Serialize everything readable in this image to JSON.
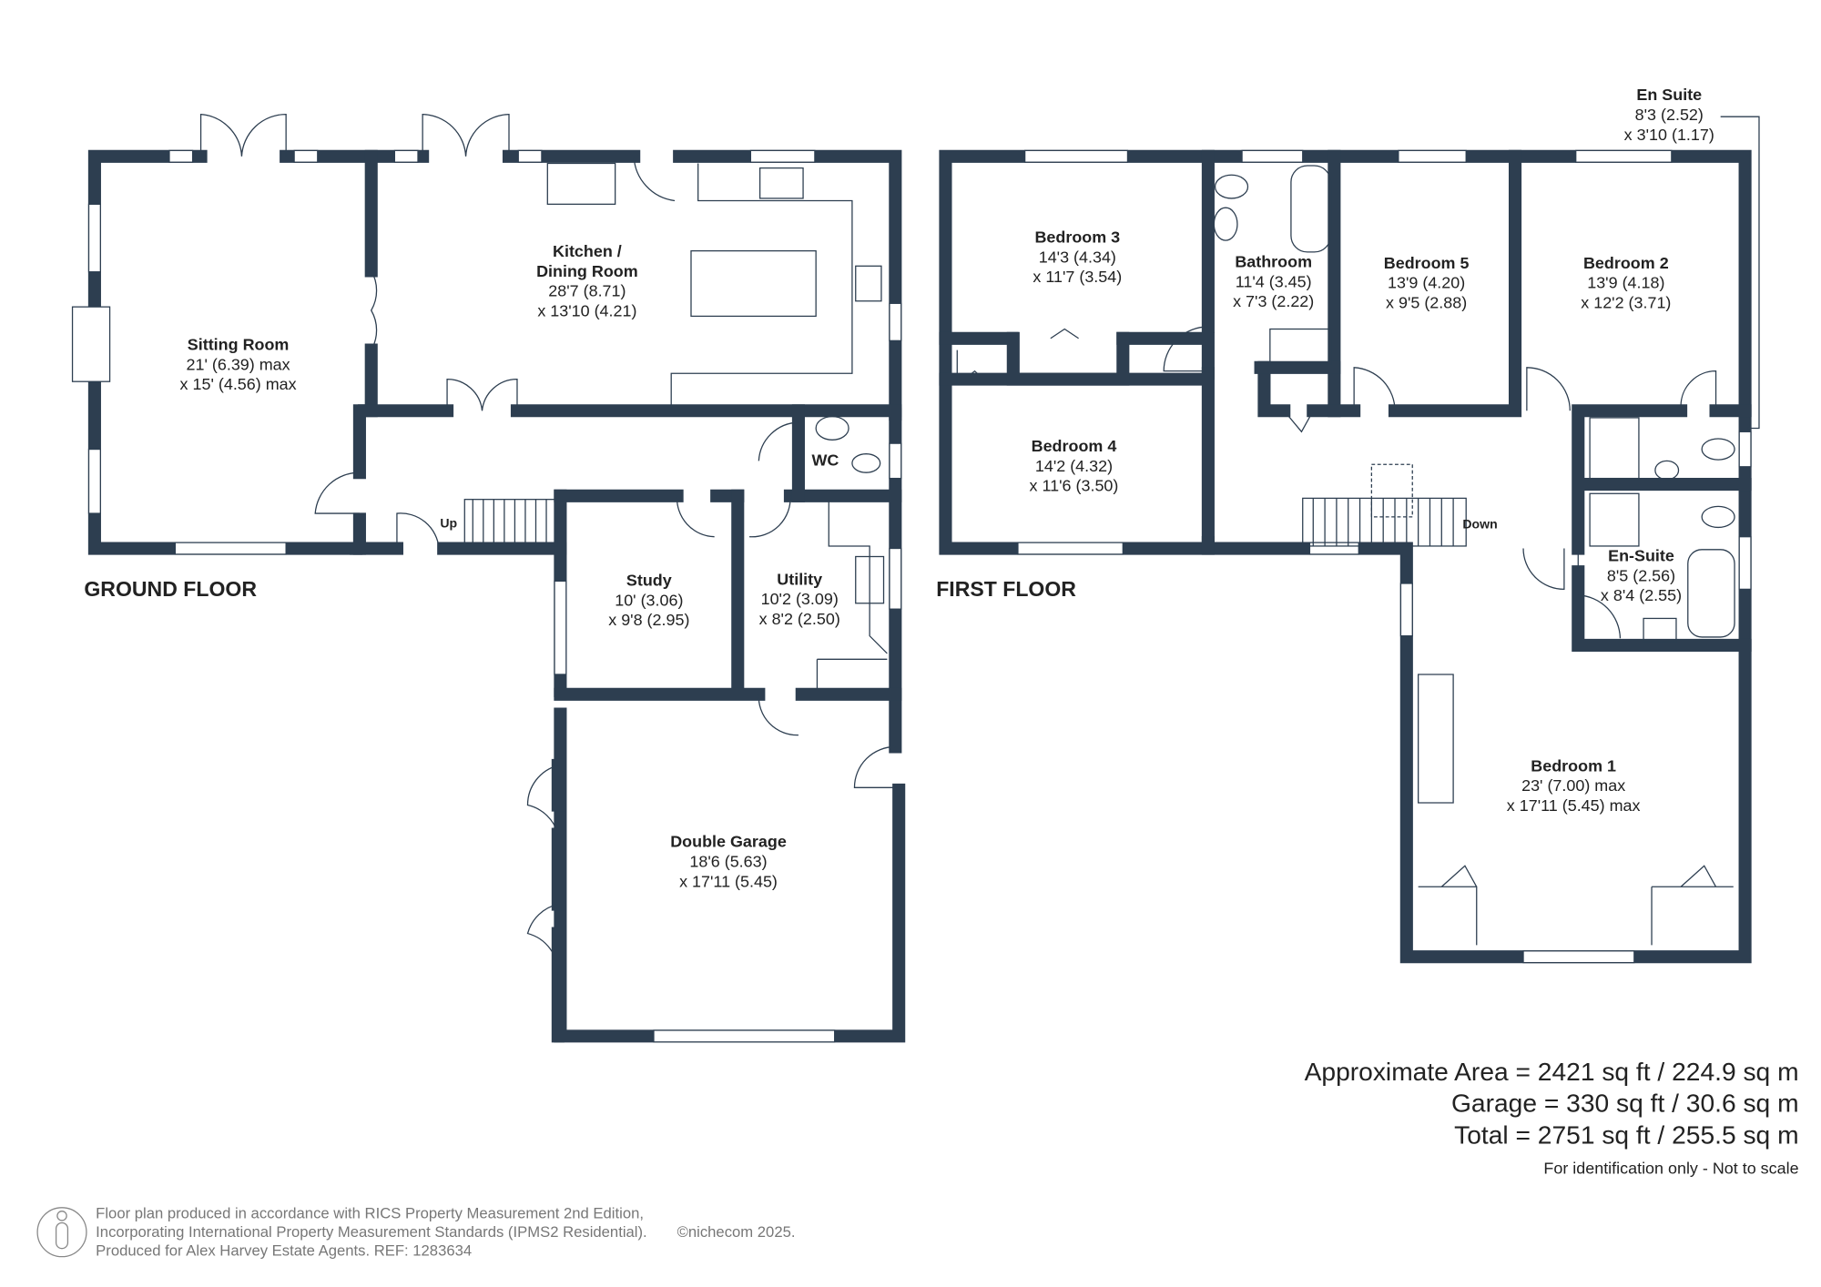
{
  "ground_floor": {
    "label": "GROUND FLOOR",
    "stairs_label": "Up",
    "rooms": [
      {
        "name": "Sitting Room",
        "dim1": "21' (6.39) max",
        "dim2": "x 15' (4.56) max"
      },
      {
        "name": "Kitchen /",
        "name2": "Dining Room",
        "dim1": "28'7 (8.71)",
        "dim2": "x 13'10 (4.21)"
      },
      {
        "name": "WC"
      },
      {
        "name": "Study",
        "dim1": "10' (3.06)",
        "dim2": "x 9'8 (2.95)"
      },
      {
        "name": "Utility",
        "dim1": "10'2 (3.09)",
        "dim2": "x 8'2 (2.50)"
      },
      {
        "name": "Double Garage",
        "dim1": "18'6 (5.63)",
        "dim2": "x 17'11 (5.45)"
      }
    ]
  },
  "first_floor": {
    "label": "FIRST FLOOR",
    "stairs_label": "Down",
    "rooms": [
      {
        "name": "Bedroom 3",
        "dim1": "14'3 (4.34)",
        "dim2": "x 11'7 (3.54)"
      },
      {
        "name": "Bathroom",
        "dim1": "11'4 (3.45)",
        "dim2": "x 7'3 (2.22)"
      },
      {
        "name": "Bedroom 5",
        "dim1": "13'9 (4.20)",
        "dim2": "x 9'5 (2.88)"
      },
      {
        "name": "Bedroom 2",
        "dim1": "13'9 (4.18)",
        "dim2": "x 12'2 (3.71)"
      },
      {
        "name": "En Suite",
        "dim1": "8'3 (2.52)",
        "dim2": "x 3'10 (1.17)"
      },
      {
        "name": "Bedroom 4",
        "dim1": "14'2 (4.32)",
        "dim2": "x 11'6 (3.50)"
      },
      {
        "name": "En-Suite",
        "dim1": "8'5 (2.56)",
        "dim2": "x 8'4 (2.55)"
      },
      {
        "name": "Bedroom 1",
        "dim1": "23' (7.00) max",
        "dim2": "x 17'11 (5.45) max"
      }
    ]
  },
  "areas": {
    "approximate": "Approximate Area = 2421 sq ft / 224.9 sq m",
    "garage": "Garage = 330 sq ft / 30.6 sq m",
    "total": "Total = 2751 sq ft / 255.5 sq m",
    "disclaimer": "For identification only - Not to scale"
  },
  "footer": {
    "line1": "Floor plan produced in accordance with RICS Property Measurement 2nd Edition,",
    "line2": "Incorporating International Property Measurement Standards (IPMS2 Residential).",
    "copyright": "©nichecom 2025.",
    "line3": "Produced for Alex Harvey Estate Agents.   REF: 1283634"
  },
  "colors": {
    "wall": "#2d3e50",
    "text": "#222222",
    "footer_text": "#777777"
  }
}
